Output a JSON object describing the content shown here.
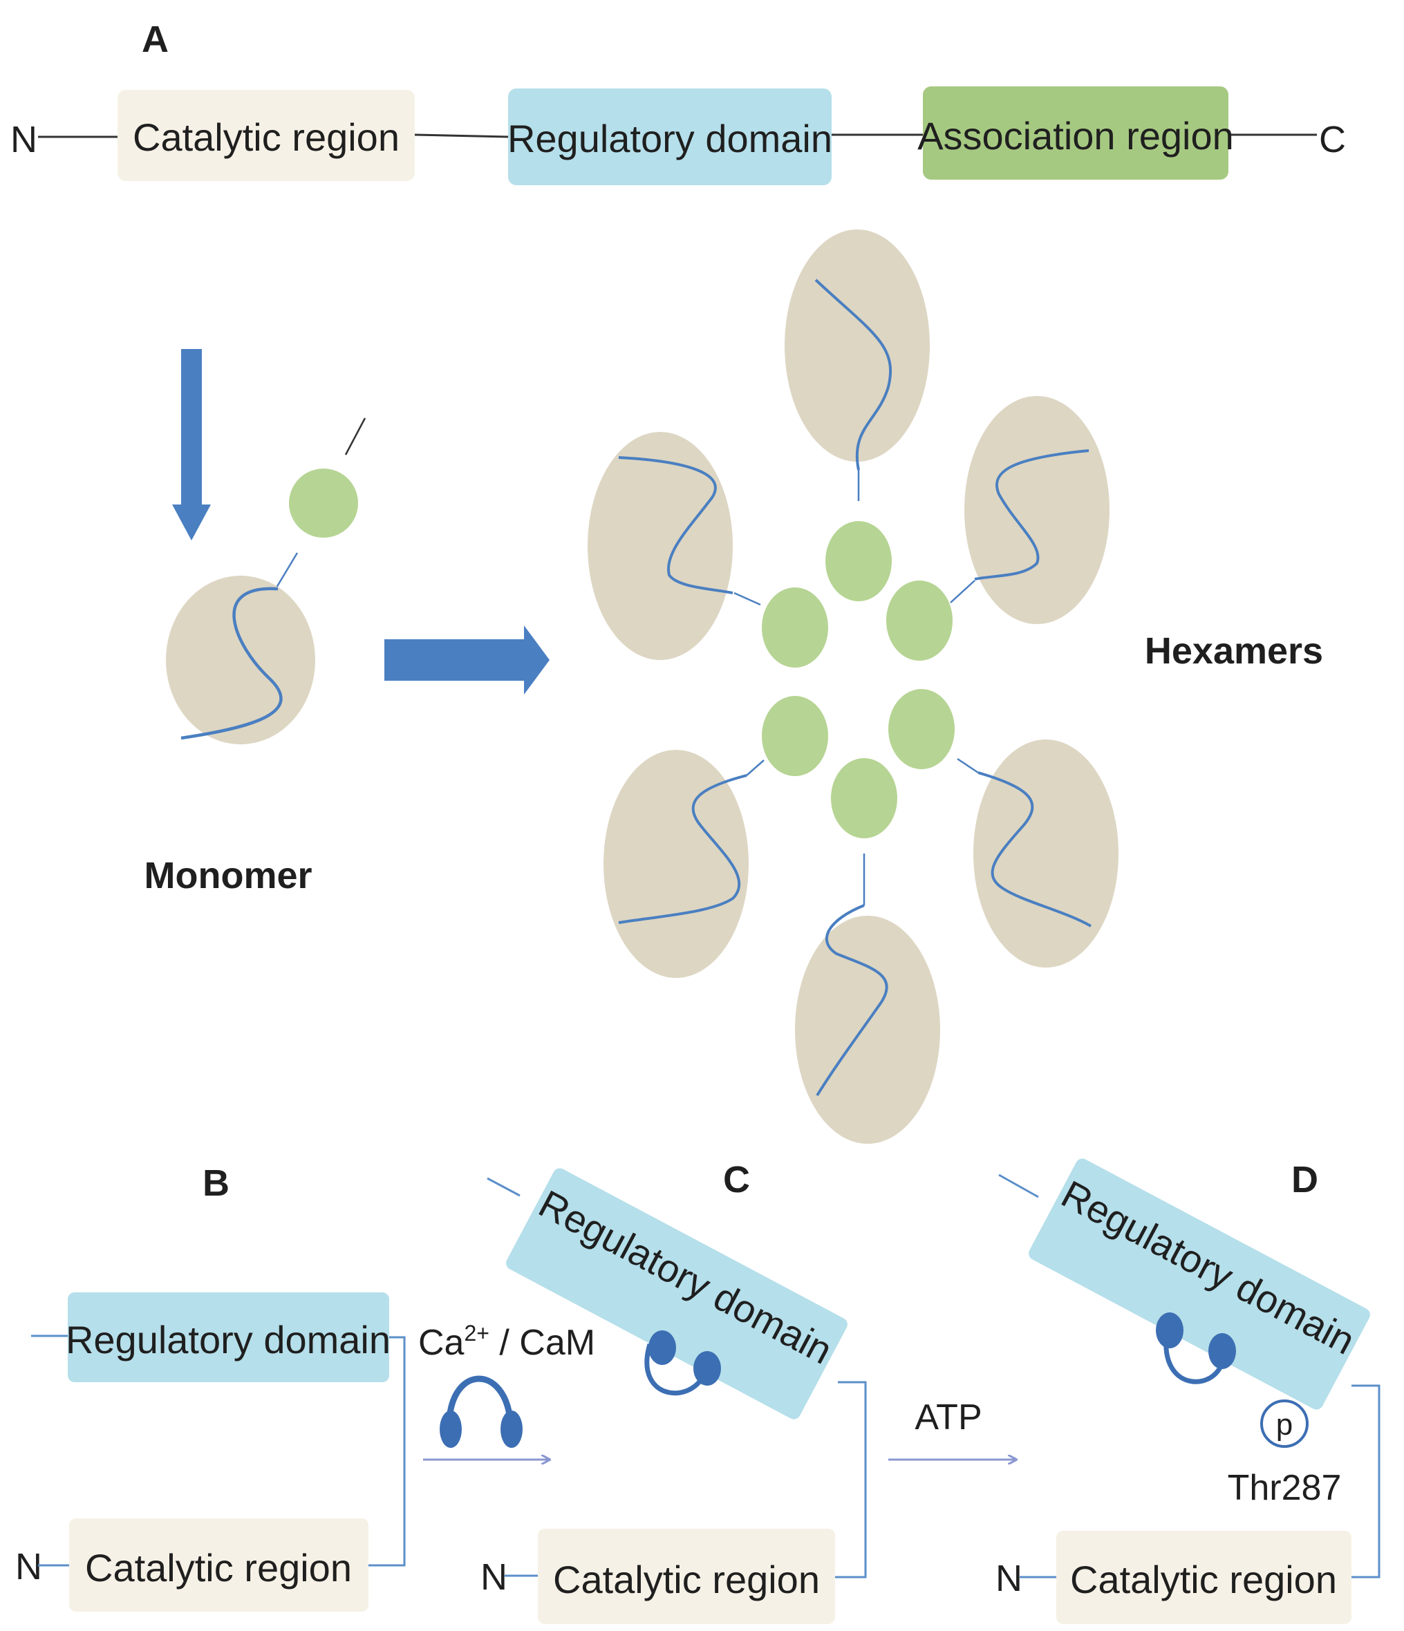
{
  "panels": {
    "a": "A",
    "b": "B",
    "c": "C",
    "d": "D"
  },
  "panel_a": {
    "n_terminus": "N",
    "c_terminus": "C",
    "catalytic": "Catalytic region",
    "regulatory": "Regulatory domain",
    "association": "Association region",
    "monomer_label": "Monomer",
    "hexamer_label": "Hexamers"
  },
  "panel_b": {
    "regulatory": "Regulatory domain",
    "catalytic": "Catalytic region",
    "n_terminus": "N",
    "calcium_base": "Ca",
    "calcium_sup": "2+",
    "cam_suffix": " / CaM"
  },
  "panel_c": {
    "regulatory": "Regulatory domain",
    "catalytic": "Catalytic region",
    "n_terminus": "N",
    "atp": "ATP"
  },
  "panel_d": {
    "regulatory": "Regulatory domain",
    "catalytic": "Catalytic region",
    "n_terminus": "N",
    "phospho": "p",
    "site": "Thr287"
  },
  "colors": {
    "catalytic": "#f6f1e6",
    "regulatory": "#b5dfea",
    "association": "#a6c982",
    "domain_circle": "#ddd6c3",
    "assoc_circle": "#b6d493",
    "arrow": "#4a7fc1",
    "cam": "#3c6eb3"
  }
}
